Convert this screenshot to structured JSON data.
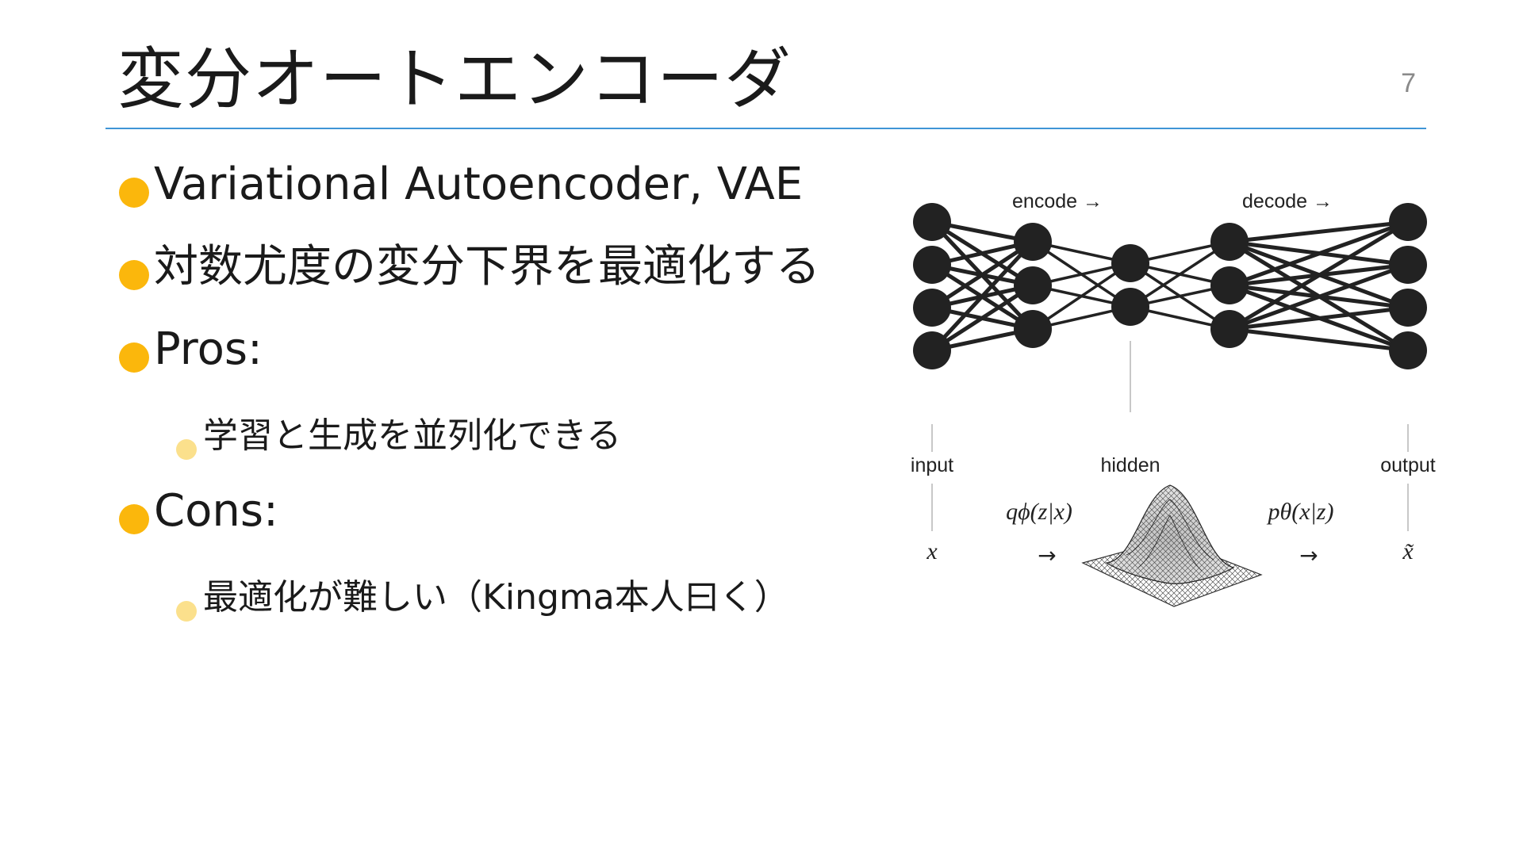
{
  "slide": {
    "title": "変分オートエンコーダ",
    "page_number": "7"
  },
  "bullets": [
    {
      "level": 1,
      "text": "Variational Autoencoder, VAE"
    },
    {
      "level": 1,
      "text": "対数尤度の変分下界を最適化する"
    },
    {
      "level": 1,
      "text": "Pros:"
    },
    {
      "level": 2,
      "text": "学習と生成を並列化できる"
    },
    {
      "level": 1,
      "text": "Cons:"
    },
    {
      "level": 2,
      "text": "最適化が難しい（Kingma本人曰く）"
    }
  ],
  "figure": {
    "encode_label": "encode →",
    "decode_label": "decode →",
    "input_label": "input",
    "hidden_label": "hidden",
    "output_label": "output",
    "encoder_expr": "qϕ(z|x)",
    "decoder_expr": "pθ(x|z)",
    "x_symbol": "x",
    "x_tilde_symbol": "x̃",
    "arrow_left": "→",
    "arrow_right": "→",
    "layer_sizes": [
      4,
      3,
      2,
      3,
      4
    ]
  },
  "colors": {
    "title_rule": "#3f95d6",
    "bullet_level1": "#fbb70c",
    "bullet_level2": "#fbe08c",
    "node": "#222222",
    "page_number": "#8a8a8a"
  }
}
